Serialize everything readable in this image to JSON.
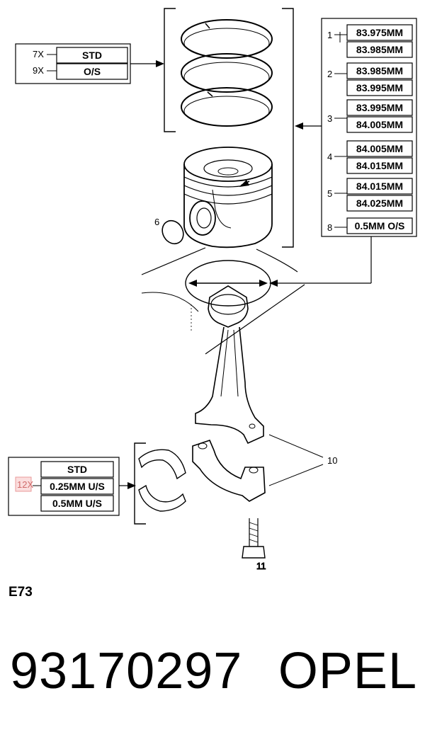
{
  "ring_set_box": {
    "rows": [
      {
        "qty": "7X",
        "label": "STD"
      },
      {
        "qty": "9X",
        "label": "O/S"
      }
    ]
  },
  "piston_size_box": {
    "groups": [
      {
        "num": "1",
        "values": [
          "83.975MM",
          "83.985MM"
        ]
      },
      {
        "num": "2",
        "values": [
          "83.985MM",
          "83.995MM"
        ]
      },
      {
        "num": "3",
        "values": [
          "83.995MM",
          "84.005MM"
        ]
      },
      {
        "num": "4",
        "values": [
          "84.005MM",
          "84.015MM"
        ]
      },
      {
        "num": "5",
        "values": [
          "84.015MM",
          "84.025MM"
        ]
      },
      {
        "num": "8",
        "values": [
          "0.5MM O/S"
        ]
      }
    ]
  },
  "callouts": {
    "snap_ring": "6",
    "rod_bearing_cap": "10",
    "bolt": "11"
  },
  "bearing_box": {
    "qty": "12X",
    "rows": [
      "STD",
      "0.25MM U/S",
      "0.5MM U/S"
    ],
    "highlight_color": "#e89a9a"
  },
  "diagram_code": "E73",
  "part_number": "93170297",
  "brand": "OPEL"
}
